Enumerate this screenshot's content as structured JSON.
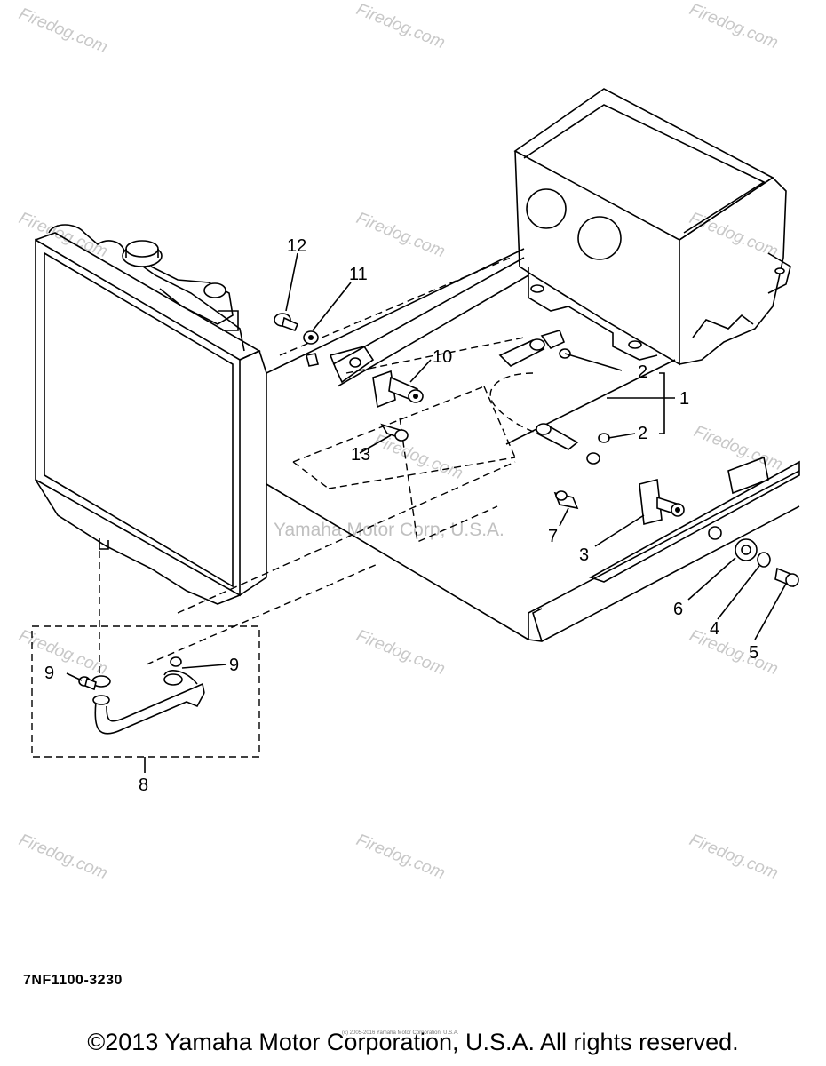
{
  "watermarks": {
    "site": "Firedog.com",
    "center": "Yamaha Motor Corp, U.S.A."
  },
  "callouts": {
    "c1": "1",
    "c2a": "2",
    "c2b": "2",
    "c3": "3",
    "c4": "4",
    "c5": "5",
    "c6": "6",
    "c7": "7",
    "c8": "8",
    "c9a": "9",
    "c9b": "9",
    "c10": "10",
    "c11": "11",
    "c12": "12",
    "c13": "13"
  },
  "diagram_code": "7NF1100-3230",
  "copyright": "©2013 Yamaha Motor Corporation, U.S.A. All rights reserved.",
  "tiny_notice": "(c) 2005-2016 Yamaha Motor Corporation, U.S.A."
}
